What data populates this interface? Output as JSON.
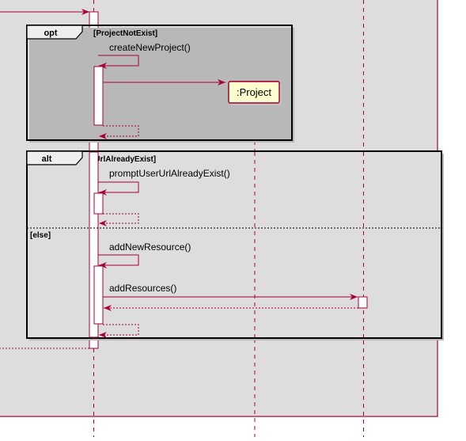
{
  "diagram": {
    "colors": {
      "background": "#ffffff",
      "group_fill": "#dddddd",
      "group_border": "#a80036",
      "lifeline": "#a80036",
      "arrow": "#a80036",
      "activation_fill": "#ffffff",
      "participant_fill": "#fefece",
      "fragment_border": "#000000",
      "text": "#000000"
    },
    "participants": [
      {
        "id": "project",
        "label": ":Project"
      }
    ],
    "fragments": {
      "opt": {
        "keyword": "opt",
        "guard": "[ProjectNotExist]"
      },
      "alt": {
        "keyword": "alt",
        "guard": "[UrlAlreadyExist]",
        "else_guard": "[else]"
      }
    },
    "messages": {
      "create_new_project": "createNewProject()",
      "prompt_user_url_already_exist": "promptUserUrlAlreadyExist()",
      "add_new_resource": "addNewResource()",
      "add_resources": "addResources()"
    }
  }
}
